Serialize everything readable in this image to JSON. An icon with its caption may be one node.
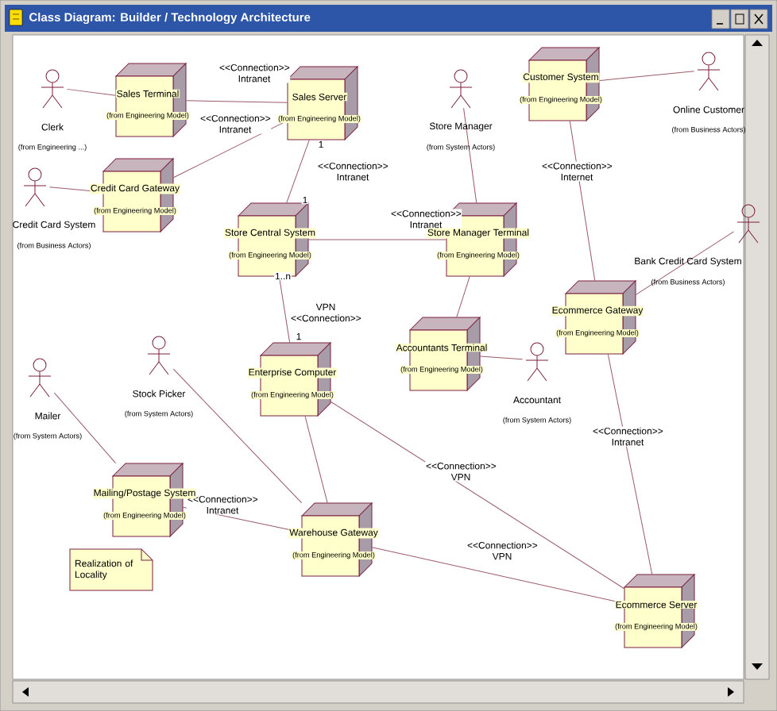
{
  "diagram": {
    "title": "Class Diagram: Builder / Technology Architecture",
    "nodes": [
      {
        "text": [
          "Clerk",
          "(from Engineering ...)"
        ]
      },
      {
        "text": [
          "Sales Terminal",
          "(from Engineering Model)"
        ]
      },
      {
        "text": [
          "Sales Server",
          "(from Engineering Model)"
        ]
      },
      {
        "text": [
          "Customer System",
          "(from Engineering Model)"
        ]
      },
      {
        "text": [
          "Online Customer",
          "(from Business Actors)"
        ]
      },
      {
        "text": [
          "Store Manager",
          "(from System Actors)"
        ]
      },
      {
        "text": [
          "Credit Card System",
          "(from Business Actors)"
        ]
      },
      {
        "text": [
          "Credit Card Gateway",
          "(from Engineering Model)"
        ]
      },
      {
        "text": [
          "Store Central System",
          "(from Engineering Model)"
        ]
      },
      {
        "text": [
          "Store Manager Terminal",
          "(from Engineering Model)"
        ]
      },
      {
        "text": [
          "Bank Credit Card System",
          "(from Business Actors)"
        ]
      },
      {
        "text": [
          "Ecommerce Gateway",
          "(from Engineering Model)"
        ]
      },
      {
        "text": [
          "Accountants Terminal",
          "(from Engineering Model)"
        ]
      },
      {
        "text": [
          "Accountant",
          "(from System Actors)"
        ]
      },
      {
        "text": [
          "Stock Picker",
          "(from System Actors)"
        ]
      },
      {
        "text": [
          "Mailer",
          "(from System Actors)"
        ]
      },
      {
        "text": [
          "Enterprise Computer",
          "(from Engineering Model)"
        ]
      },
      {
        "text": [
          "Mailing/Postage System",
          "(from Engineering Model)"
        ]
      },
      {
        "text": [
          "Warehouse Gateway",
          "(from Engineering Model)"
        ]
      },
      {
        "text": [
          "Ecommerce Server",
          "(from Engineering Model)"
        ]
      },
      {
        "text": [
          "Realization of Locality"
        ]
      }
    ],
    "edges": [
      {
        "from": 0,
        "to": 1,
        "arrow": "none"
      },
      {
        "from": 1,
        "to": 2,
        "arrow": "none",
        "label": "<<Connection>> Intranet"
      },
      {
        "from": 7,
        "to": 2,
        "arrow": "none",
        "label": "<<Connection>> Intranet"
      },
      {
        "from": 6,
        "to": 7,
        "arrow": "none"
      },
      {
        "from": 2,
        "to": 8,
        "arrow": "none",
        "label": "<<Connection>> Intranet"
      },
      {
        "from": 8,
        "to": 9,
        "arrow": "none",
        "label": "<<Connection>> Intranet"
      },
      {
        "from": 5,
        "to": 9,
        "arrow": "none"
      },
      {
        "from": 3,
        "to": 4,
        "arrow": "none"
      },
      {
        "from": 3,
        "to": 11,
        "arrow": "none",
        "label": "<<Connection>> Internet"
      },
      {
        "from": 10,
        "to": 11,
        "arrow": "none"
      },
      {
        "from": 9,
        "to": 12,
        "arrow": "none"
      },
      {
        "from": 12,
        "to": 13,
        "arrow": "none"
      },
      {
        "from": 8,
        "to": 16,
        "arrow": "none",
        "label": "VPN <<Connection>>"
      },
      {
        "from": 16,
        "to": 18,
        "arrow": "none"
      },
      {
        "from": 16,
        "to": 19,
        "arrow": "none",
        "label": "<<Connection>> VPN"
      },
      {
        "from": 18,
        "to": 19,
        "arrow": "none",
        "label": "<<Connection>> VPN"
      },
      {
        "from": 11,
        "to": 19,
        "arrow": "none",
        "label": "<<Connection>> Intranet"
      },
      {
        "from": 17,
        "to": 18,
        "arrow": "none",
        "label": "<<Connection>> Intranet"
      },
      {
        "from": 15,
        "to": 17,
        "arrow": "none"
      },
      {
        "from": 14,
        "to": 18,
        "arrow": "none"
      }
    ],
    "labels": [
      "1",
      "1",
      "1..n",
      "1"
    ]
  }
}
